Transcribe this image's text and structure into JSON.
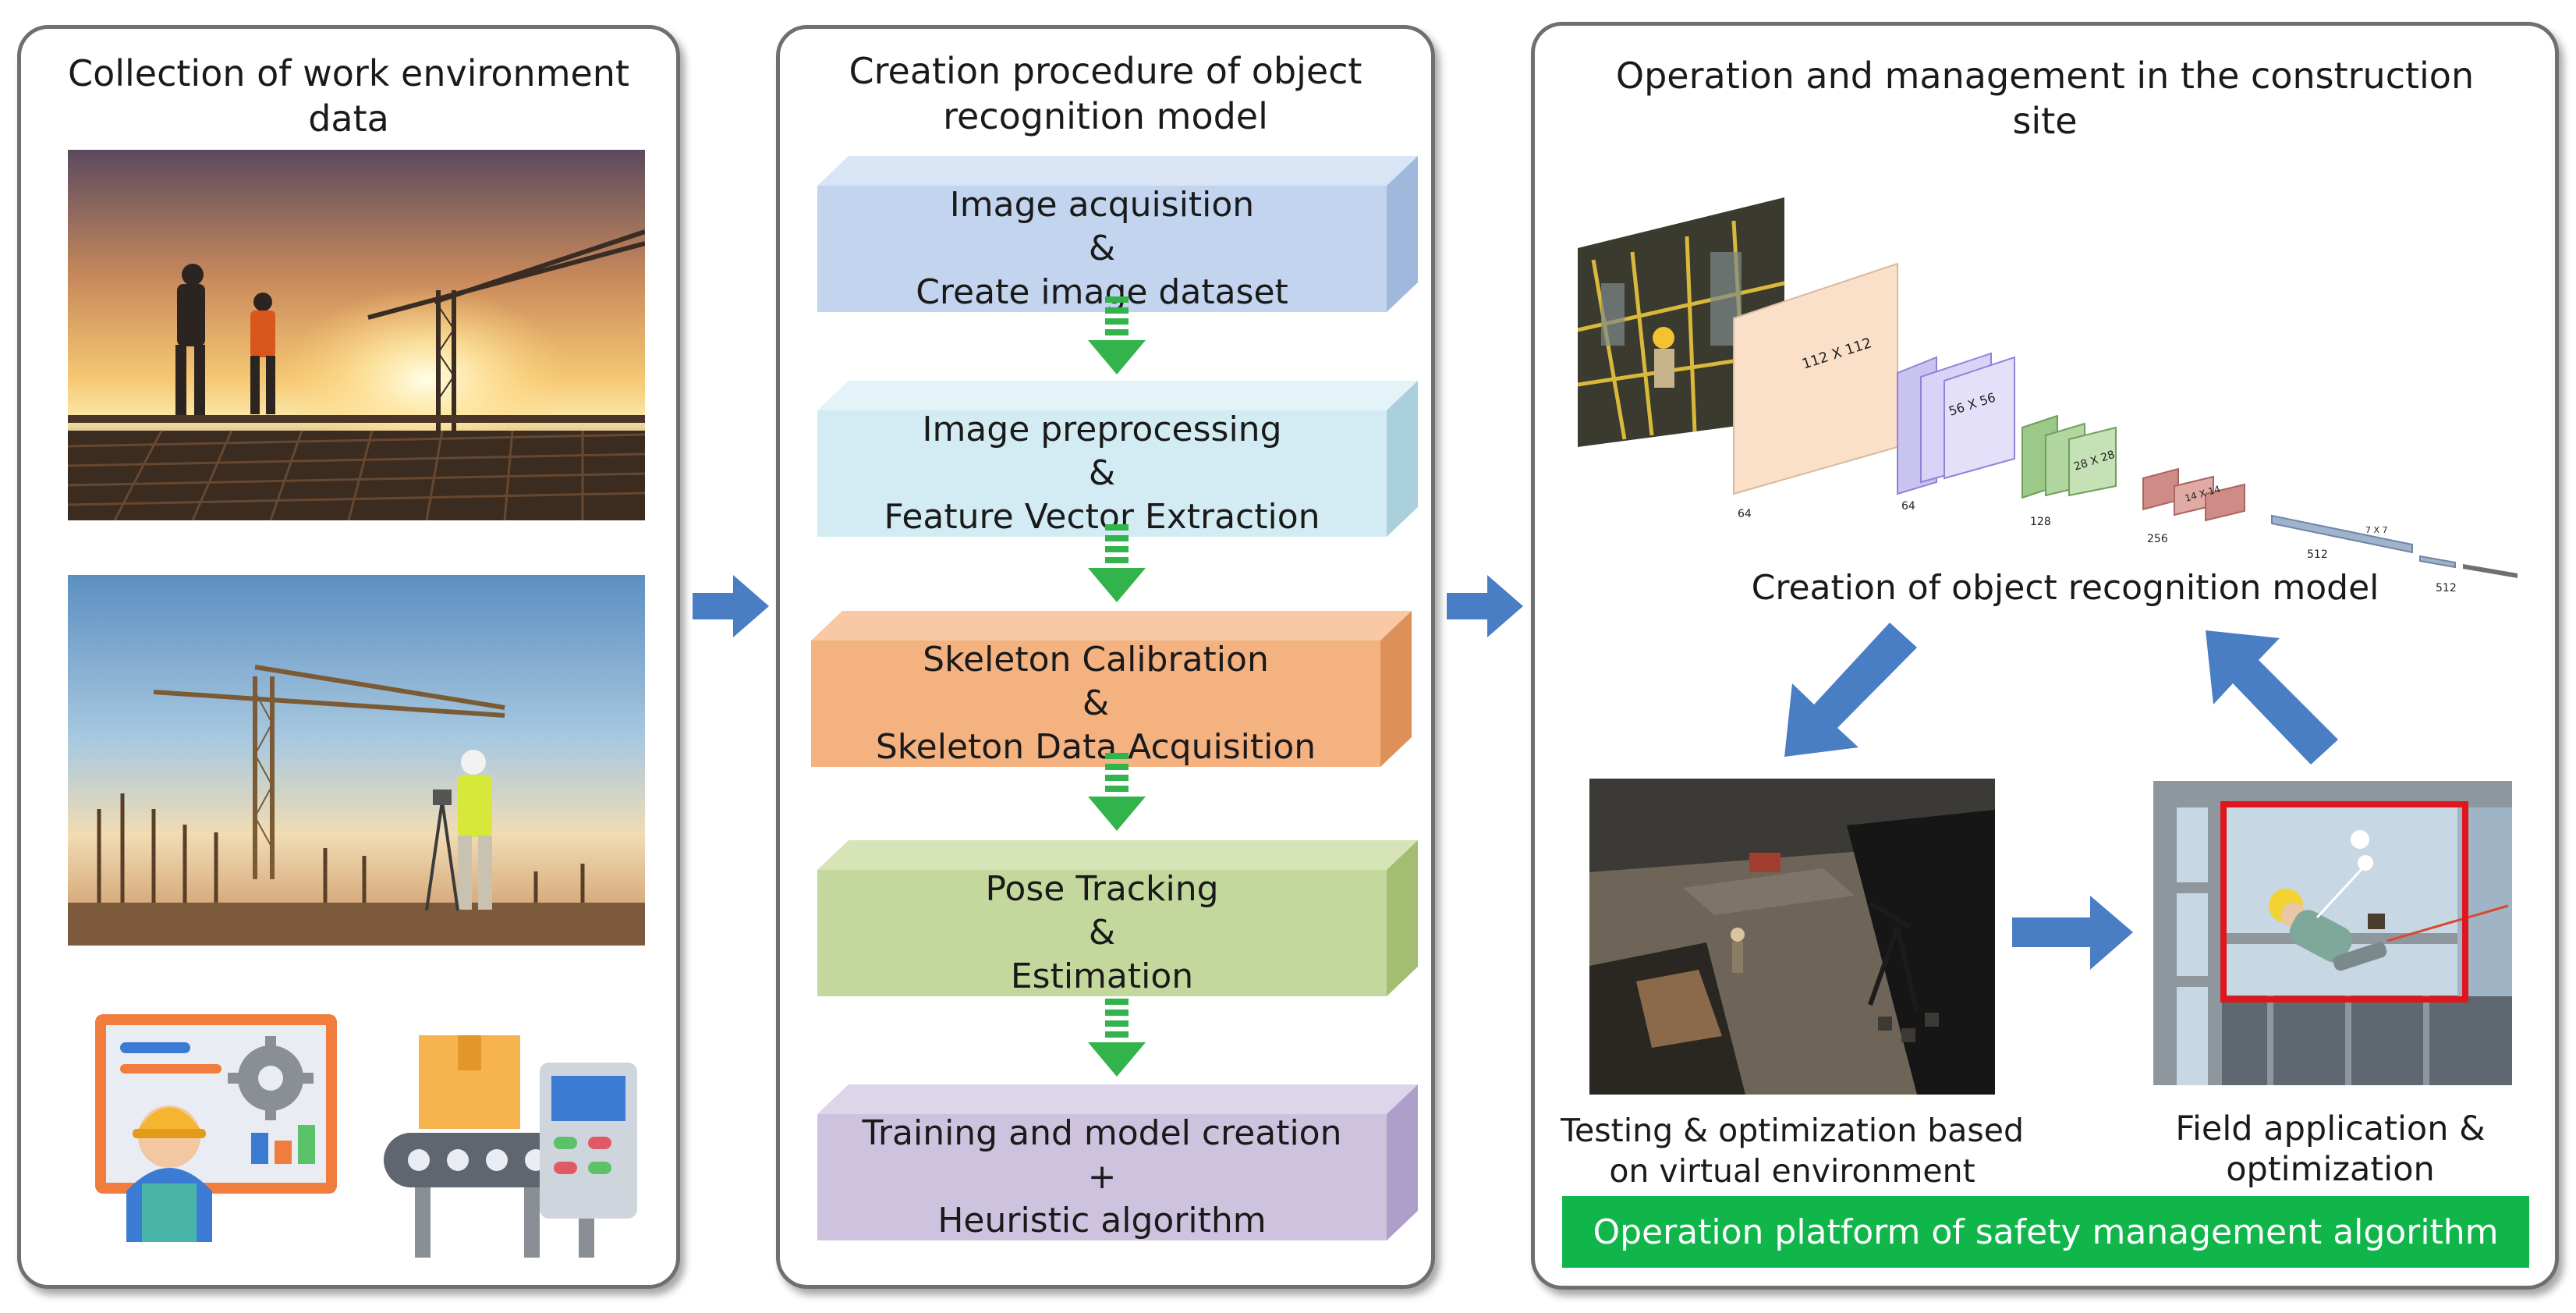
{
  "panels": {
    "left": {
      "title_line1": "Collection of work environment",
      "title_line2": "data"
    },
    "middle": {
      "title_line1": "Creation procedure of object",
      "title_line2": "recognition model",
      "steps": [
        {
          "line1": "Image acquisition",
          "line2": "&",
          "line3": "Create image dataset",
          "front": "#c2d4ee",
          "top": "#d9e5f5",
          "side": "#9fb8dc"
        },
        {
          "line1": "Image preprocessing",
          "line2": "&",
          "line3": "Feature Vector Extraction",
          "front": "#d3ecf3",
          "top": "#e3f3f8",
          "side": "#a9d0dc"
        },
        {
          "line1": "Skeleton Calibration",
          "line2": "&",
          "line3": "Skeleton Data Acquisition",
          "front": "#f4b281",
          "top": "#f8c9a4",
          "side": "#dd9158"
        },
        {
          "line1": "Pose Tracking",
          "line2": "&",
          "line3": "Estimation",
          "front": "#c4d89d",
          "top": "#d6e4b8",
          "side": "#a3bd73"
        },
        {
          "line1": "Training and model creation",
          "line2": "+",
          "line3": "Heuristic algorithm",
          "front": "#cdc3df",
          "top": "#ddd6ea",
          "side": "#ad9fc9"
        }
      ]
    },
    "right": {
      "title_line1": "Operation and management in the construction",
      "title_line2": "site",
      "model_caption": "Creation of object recognition model",
      "cnn_labels": {
        "l1": "112 X 112",
        "l2": "56 X 56",
        "l3": "28 X 28",
        "l4": "14 X 14",
        "l5": "7 X 7",
        "d1": "64",
        "d2": "64",
        "d3": "128",
        "d4": "256",
        "d5": "512",
        "d6": "512"
      },
      "testing_caption_line1": "Testing & optimization based",
      "testing_caption_line2": "on virtual environment",
      "field_caption_line1": "Field application &",
      "field_caption_line2": "optimization",
      "banner": "Operation platform of safety management algorithm"
    }
  },
  "colors": {
    "arrow_blue": "#4a7ec4",
    "dash_green": "#32b34b",
    "banner_green": "#10b64a",
    "highlight_red": "#e0161c"
  }
}
